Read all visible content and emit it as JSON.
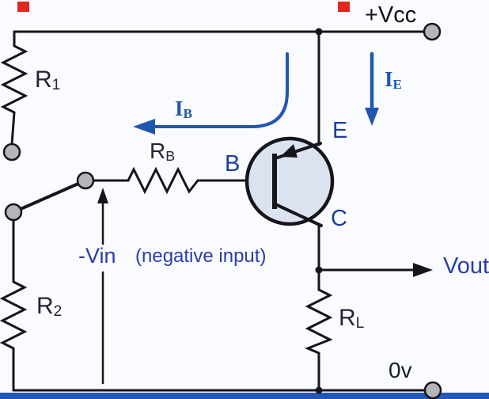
{
  "colors": {
    "wire": "#15151c",
    "component_label": "#2b2138",
    "terminal_fill": "#b6b6b8",
    "transistor_fill": "#dce3f0",
    "arrow_blue": "#2057ae",
    "pin_label_blue": "#1c3d9d",
    "signal_label_blue": "#2a3ea6",
    "supply_label": "#0f1016",
    "ground_label": "#151d2d",
    "marker_red": "#e2271b",
    "bottom_bar_blue": "#2456b8",
    "background": "#fafbfe"
  },
  "labels": {
    "supply": "+Vcc",
    "ground": "0v",
    "output": "Vout",
    "input": "-Vin",
    "input_note": "(negative input)",
    "base": "B",
    "emitter": "E",
    "collector": "C",
    "r1": {
      "main": "R",
      "sub": "1"
    },
    "r2": {
      "main": "R",
      "sub": "2"
    },
    "rb": {
      "main": "R",
      "sub": "B"
    },
    "rl": {
      "main": "R",
      "sub": "L"
    },
    "ib": {
      "main": "I",
      "sub": "B"
    },
    "ie": {
      "main": "I",
      "sub": "E"
    }
  }
}
